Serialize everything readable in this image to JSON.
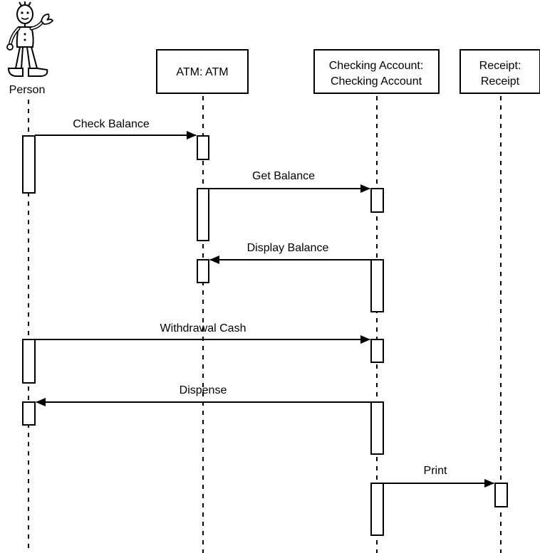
{
  "actor": {
    "name": "Person",
    "icon": "stick-figure-person-icon"
  },
  "participants": [
    {
      "id": "atm",
      "label_lines": [
        "ATM: ATM"
      ]
    },
    {
      "id": "checking",
      "label_lines": [
        "Checking Account:",
        "Checking Account"
      ]
    },
    {
      "id": "receipt",
      "label_lines": [
        "Receipt:",
        "Receipt"
      ]
    }
  ],
  "messages": [
    {
      "label": "Check Balance",
      "from": "person",
      "to": "atm"
    },
    {
      "label": "Get Balance",
      "from": "atm",
      "to": "checking"
    },
    {
      "label": "Display Balance",
      "from": "checking",
      "to": "atm"
    },
    {
      "label": "Withdrawal Cash",
      "from": "person",
      "to": "checking"
    },
    {
      "label": "Dispense",
      "from": "checking",
      "to": "person"
    },
    {
      "label": "Print",
      "from": "checking",
      "to": "receipt"
    }
  ],
  "colors": {
    "line": "#000000",
    "background": "#ffffff"
  }
}
